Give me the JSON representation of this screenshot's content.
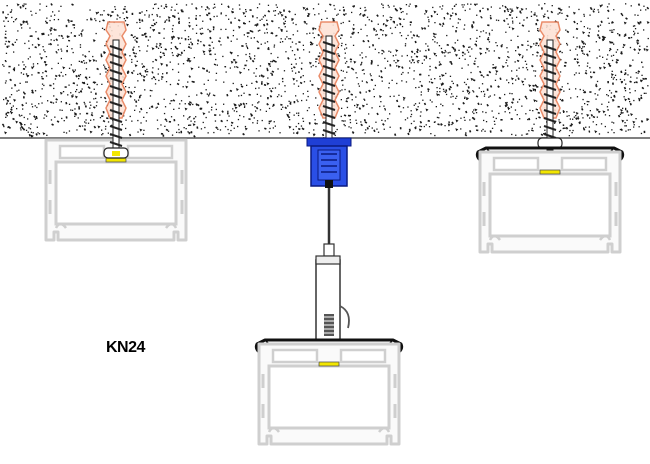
{
  "diagram": {
    "label": "KN24",
    "colors": {
      "concrete_speck": "#1a1a1a",
      "ceiling_line": "#555555",
      "profile_stroke": "#cfcfcf",
      "profile_fill": "#fafafa",
      "anchor_stroke": "#e8805a",
      "anchor_fill": "#fde3d6",
      "screw": "#222222",
      "led": "#f2e600",
      "bracket": "#111111",
      "suspension_block": "#1f3fd6",
      "wire": "#333333"
    },
    "parts": [
      {
        "name": "ceiling-mounted-profile",
        "mount": "surface"
      },
      {
        "name": "pendant-profile",
        "mount": "suspended"
      },
      {
        "name": "bracket-mounted-profile",
        "mount": "clip"
      }
    ]
  }
}
